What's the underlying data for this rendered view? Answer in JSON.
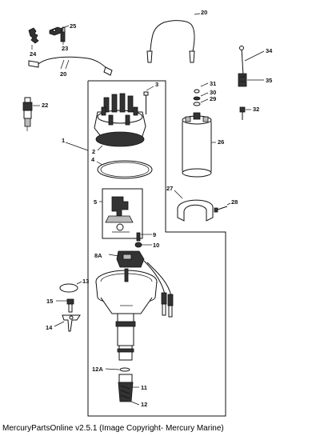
{
  "footer": {
    "caption": "MercuryPartsOnline v2.5.1 (Image Copyright- Mercury Marine)"
  },
  "callouts": {
    "c1": "1",
    "c2": "2",
    "c3": "3",
    "c4": "4",
    "c5": "5",
    "c8A": "8A",
    "c9": "9",
    "c10": "10",
    "c11": "11",
    "c12": "12",
    "c12A": "12A",
    "c13": "13",
    "c14": "14",
    "c15": "15",
    "c20a": "20",
    "c20b": "20",
    "c22": "22",
    "c23": "23",
    "c24": "24",
    "c25": "25",
    "c26": "26",
    "c27": "27",
    "c28": "28",
    "c29": "29",
    "c30": "30",
    "c31": "31",
    "c32": "32",
    "c34": "34",
    "c35": "35"
  }
}
